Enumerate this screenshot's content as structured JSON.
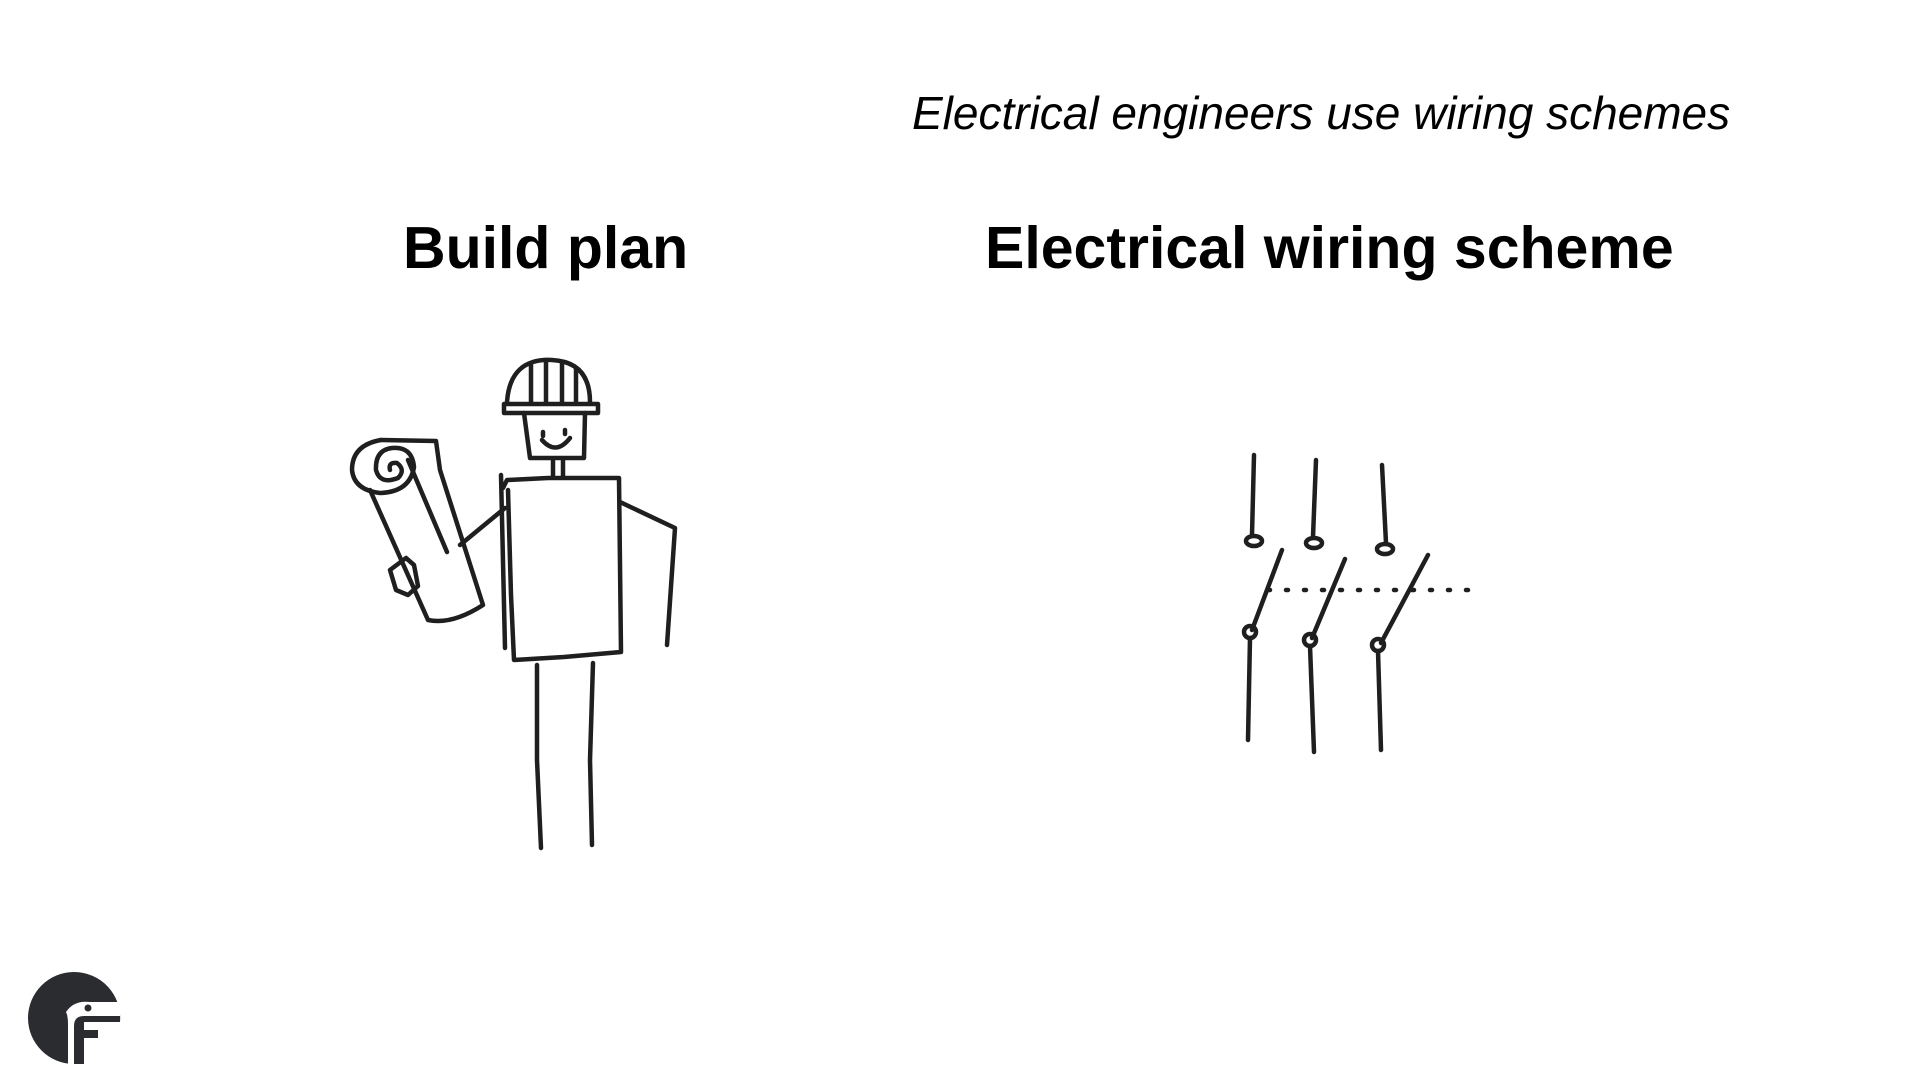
{
  "subtitle": "Electrical engineers use wiring schemes",
  "left_panel": {
    "heading": "Build plan",
    "illustration": "worker-with-blueprint-roll-drawing"
  },
  "right_panel": {
    "heading": "Electrical wiring scheme",
    "illustration": "three-pole-switch-symbol-drawing"
  },
  "logo": "brand-logo-icon",
  "colors": {
    "background": "#ffffff",
    "text": "#000000",
    "ink": "#1f1f1f",
    "logo": "#2b2c30"
  }
}
